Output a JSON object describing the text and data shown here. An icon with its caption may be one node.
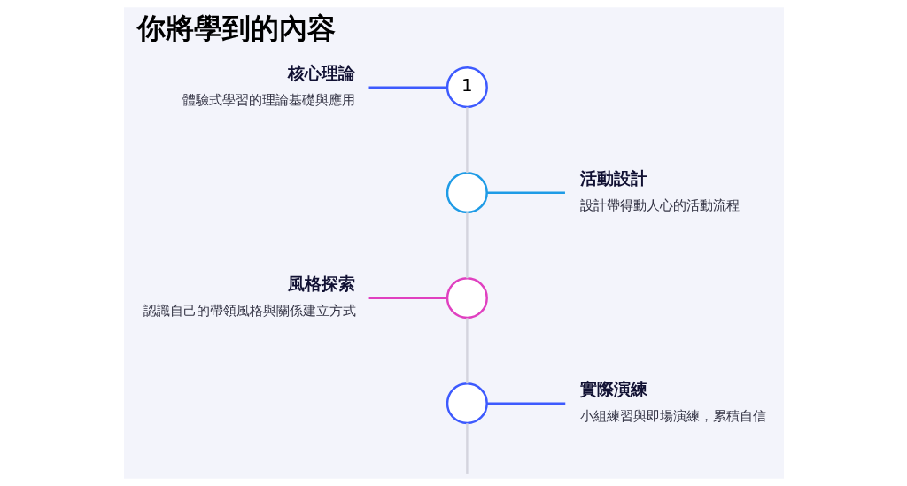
{
  "diagram": {
    "title": "你將學到的內容",
    "nodes": [
      {
        "text": [
          "1"
        ]
      },
      {
        "text": [
          "核心理論",
          "體驗式學習的理論基礎與應用"
        ]
      },
      {
        "text": [],
        "shape": "circle"
      },
      {
        "text": [
          "活動設計",
          "設計帶得動人心的活動流程"
        ]
      },
      {
        "text": [],
        "shape": "circle"
      },
      {
        "text": [
          "風格探索",
          "認識自己的帶領風格與關係建立方式"
        ]
      },
      {
        "text": [],
        "shape": "circle"
      },
      {
        "text": [
          "實際演練",
          "小組練習與即場演練，累積自信"
        ]
      }
    ],
    "edges": [
      {
        "from": 0,
        "to": 1,
        "arrow": "none",
        "color": "#3d5afe"
      },
      {
        "from": 2,
        "to": 3,
        "arrow": "none",
        "color": "#1e9be6"
      },
      {
        "from": 4,
        "to": 5,
        "arrow": "none",
        "color": "#e040c0"
      },
      {
        "from": 6,
        "to": 7,
        "arrow": "none",
        "color": "#3d5afe"
      },
      {
        "from": 0,
        "to": 2,
        "arrow": "none",
        "color": "#d4d4de"
      },
      {
        "from": 2,
        "to": 4,
        "arrow": "none",
        "color": "#d4d4de"
      },
      {
        "from": 4,
        "to": 6,
        "arrow": "none",
        "color": "#d4d4de"
      },
      {
        "from": 6,
        "to": null,
        "arrow": "none",
        "color": "#d4d4de"
      }
    ]
  }
}
